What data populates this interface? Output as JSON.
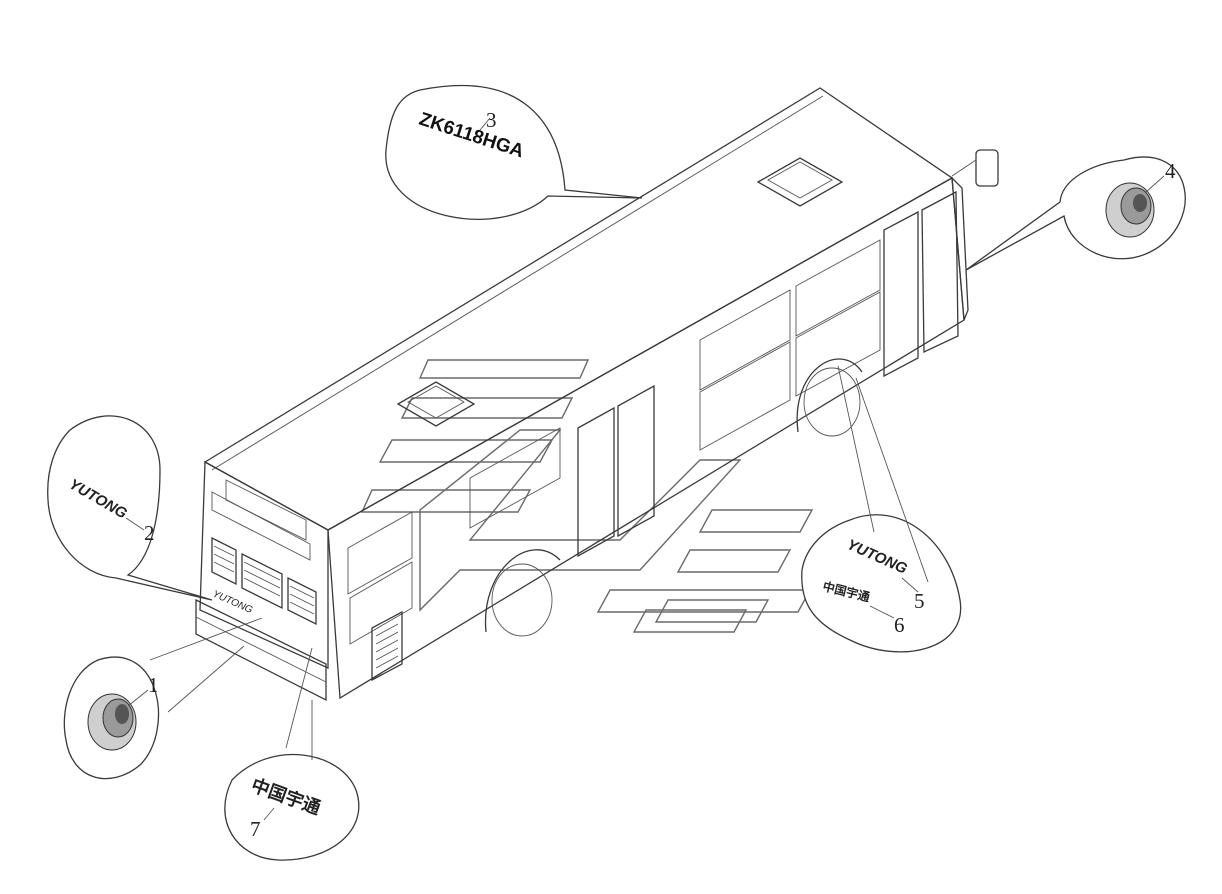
{
  "diagram": {
    "type": "bus-emblem-placement-diagram",
    "callouts": [
      {
        "number": "1",
        "part": "logo-emblem-front"
      },
      {
        "number": "2",
        "part": "brand-badge-front",
        "text": "YUTONG"
      },
      {
        "number": "3",
        "part": "model-designation",
        "text": "ZK6118HGA"
      },
      {
        "number": "4",
        "part": "logo-emblem-rear"
      },
      {
        "number": "5",
        "part": "brand-badge-side",
        "text": "YUTONG"
      },
      {
        "number": "6",
        "part": "chinese-name-side",
        "text": "中国宇通"
      },
      {
        "number": "7",
        "part": "chinese-name-front",
        "text": "中国宇通"
      }
    ],
    "front_nameplate": "YUTONG"
  }
}
